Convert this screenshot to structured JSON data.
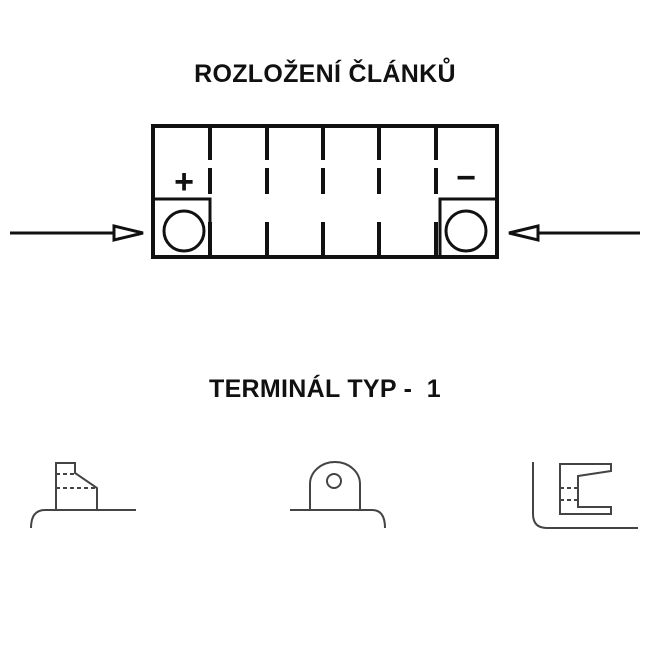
{
  "layout_title": "ROZLOŽENÍ ČLÁNKŮ",
  "terminal_title": "TERMINÁL TYP -  1",
  "battery": {
    "positive_symbol": "+",
    "negative_symbol": "−",
    "cell_count": 6
  },
  "colors": {
    "line": "#111111",
    "terminal_line": "#444444"
  }
}
